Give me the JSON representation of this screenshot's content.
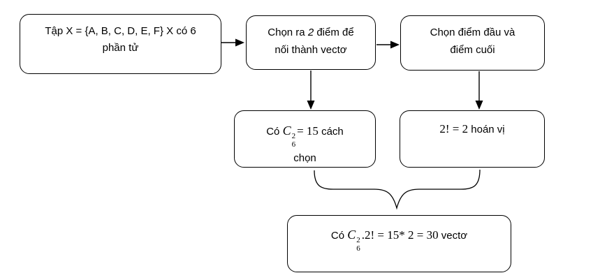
{
  "colors": {
    "stroke": "#000000",
    "background": "#ffffff"
  },
  "nodes": {
    "set": {
      "line1": "Tập X = {A, B, C, D, E, F} X có 6",
      "line2": "phần tử"
    },
    "choose": {
      "pre": "Chọn ra",
      "num": "2",
      "post": "điểm để",
      "line2": "nối thành vectơ"
    },
    "endpoints": {
      "line1": "Chọn điểm đầu và",
      "line2": "điểm cuối"
    },
    "comb": {
      "pre": "Có",
      "sym": "C",
      "sup": "2",
      "sub": "6",
      "eq": "= 15",
      "post": "cách",
      "line2": "chọn"
    },
    "perm": {
      "math": "2! = 2",
      "post": "hoán vị"
    },
    "result": {
      "pre": "Có",
      "sym": "C",
      "sup": "2",
      "sub": "6",
      "eq": ".2! = 15* 2 = 30",
      "post": "vectơ"
    }
  }
}
